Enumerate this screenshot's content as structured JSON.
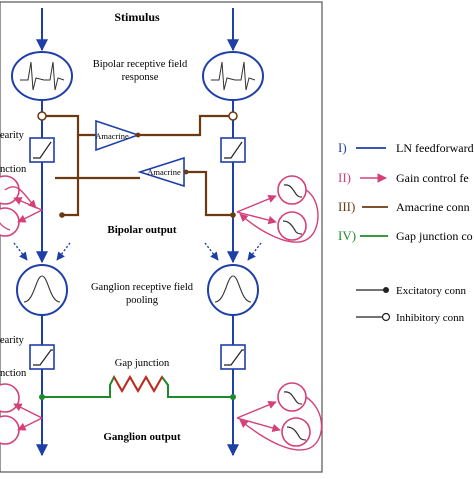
{
  "colors": {
    "blue": "#1f3fa8",
    "pink": "#d4407a",
    "brown": "#6b3a12",
    "green": "#1f8a2a",
    "red": "#d02020",
    "frame": "#555555"
  },
  "diagram": {
    "stimulus": "Stimulus",
    "bipolar_rf_line1": "Bipolar receptive field",
    "bipolar_rf_line2": "response",
    "bipolar_output": "Bipolar output",
    "ganglion_rf_line1": "Ganglion receptive field",
    "ganglion_rf_line2": "pooling",
    "gap_junction": "Gap junction",
    "ganglion_output": "Ganglion output",
    "amacrine_top": "Amacrine",
    "amacrine_bottom": "Amacrine",
    "nonlinearity_top_partial": "earity",
    "nonlinearity_bottom_partial": "earity",
    "junction_top_partial": "nction",
    "junction_bottom_partial": "nction"
  },
  "legend": {
    "items": [
      {
        "numeral": "I)",
        "label": "LN feedforward"
      },
      {
        "numeral": "II)",
        "label": "Gain control fe"
      },
      {
        "numeral": "III)",
        "label": "Amacrine conn"
      },
      {
        "numeral": "IV)",
        "label": "Gap junction co"
      }
    ],
    "excitatory": "Excitatory conn",
    "inhibitory": "Inhibitory conn"
  }
}
